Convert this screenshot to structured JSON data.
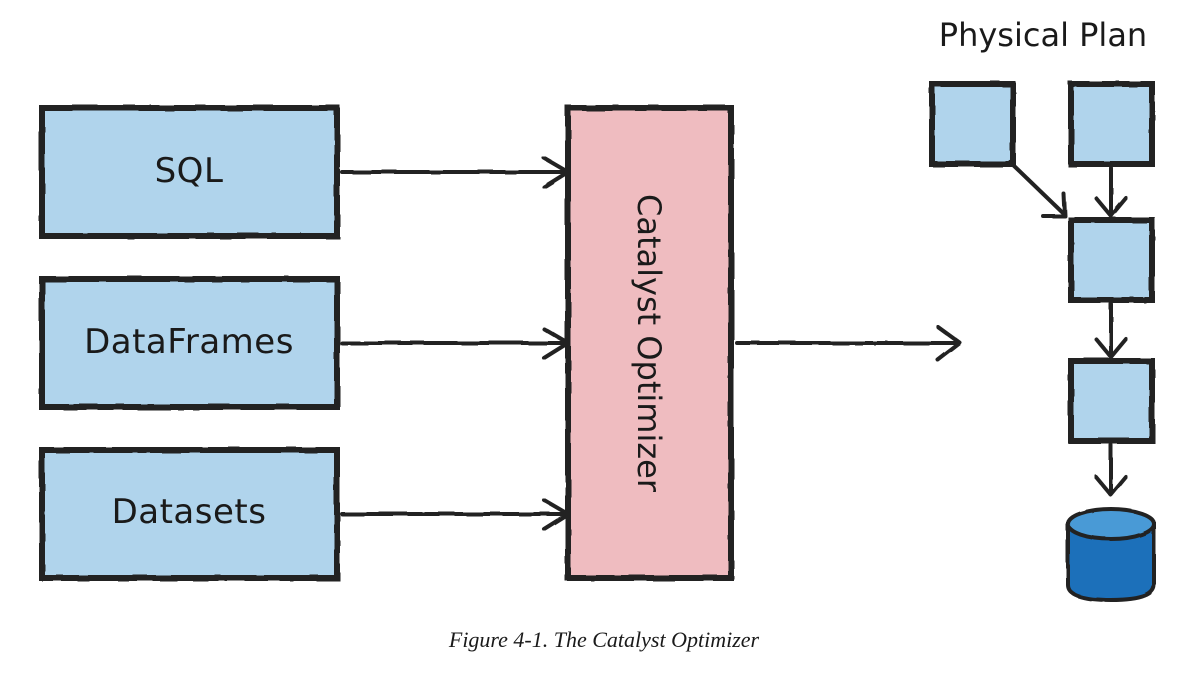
{
  "diagram": {
    "inputs": [
      {
        "label": "SQL"
      },
      {
        "label": "DataFrames"
      },
      {
        "label": "Datasets"
      }
    ],
    "optimizer": {
      "label": "Catalyst Optimizer"
    },
    "physical_plan": {
      "title": "Physical Plan"
    },
    "caption": "Figure 4-1. The Catalyst Optimizer"
  },
  "colors": {
    "input_fill": "#b0d4ec",
    "optimizer_fill": "#efbcc0",
    "plan_node_fill": "#b0d4ec",
    "database_top": "#4a9ad6",
    "database_body": "#1a6fba",
    "stroke": "#222222"
  }
}
